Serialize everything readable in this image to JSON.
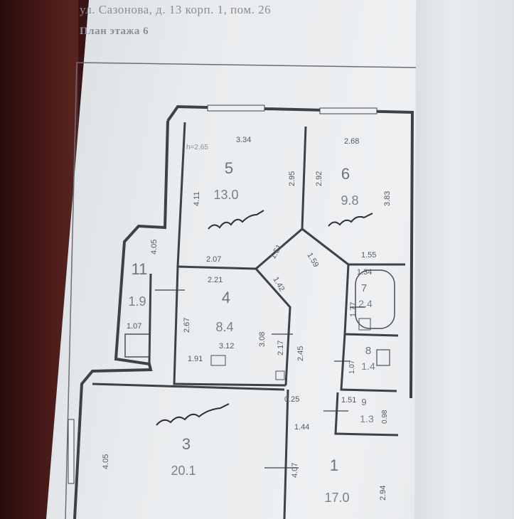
{
  "header": {
    "address": "ул. Сазонова, д. 13 корп. 1, пом. 26",
    "floor_plan": "План этажа 6"
  },
  "rooms": [
    {
      "id": "5",
      "area": "13.0"
    },
    {
      "id": "6",
      "area": "9.8"
    },
    {
      "id": "4",
      "area": "8.4"
    },
    {
      "id": "11",
      "area": "1.9"
    },
    {
      "id": "7",
      "area": "2.4"
    },
    {
      "id": "8",
      "area": "1.4"
    },
    {
      "id": "9",
      "area": "1.3"
    },
    {
      "id": "3",
      "area": "20.1"
    },
    {
      "id": "1",
      "area": "17.0"
    }
  ],
  "dimensions": {
    "r5_width": "3.34",
    "r5_left": "4.11",
    "r5_right": "2.95",
    "r5_bottom": "2.07",
    "r5_height_label": "h=2.65",
    "r6_width": "2.68",
    "r6_left": "2.92",
    "r6_right": "3.83",
    "r6_bottom": "1.55",
    "diag_1": "1.51",
    "diag_2": "1.59",
    "diag_3": "1.42",
    "r11_side": "4.05",
    "r11_bottom": "1.07",
    "r4_top": "2.21",
    "r4_left": "2.67",
    "r4_mid": "3.12",
    "r4_right": "3.08",
    "r4_door": "2.17",
    "r4_edge": "2.45",
    "r4_bottom": "1.91",
    "r7_top": "1.34",
    "r7_side": "1.77",
    "r8_side": "1.07",
    "r9_top": "1.51",
    "r9_side": "0.98",
    "corr_small": "0.25",
    "corr_width": "1.44",
    "r3_left": "4.05",
    "r1_left": "4.07",
    "r1_right": "2.94"
  }
}
